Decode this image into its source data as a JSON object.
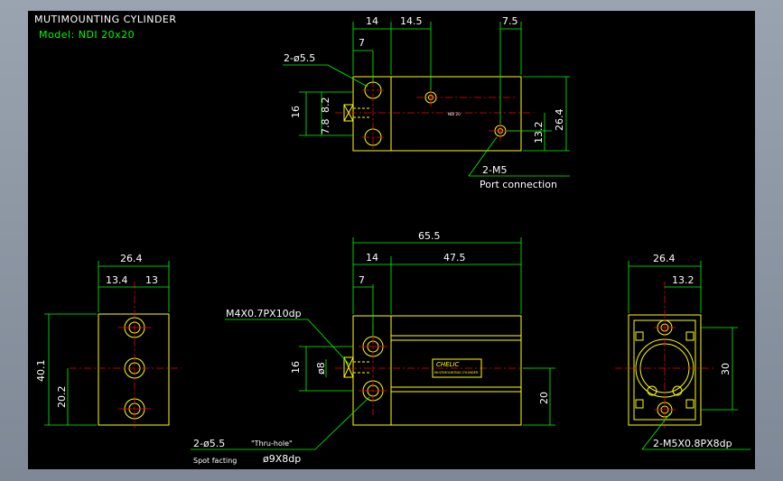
{
  "drawing": {
    "title": "MUTIMOUNTING CYLINDER",
    "model": "Model: NDI 20x20"
  },
  "top_view": {
    "dims": {
      "d14": "14",
      "d14_5": "14.5",
      "d7_5": "7.5",
      "d7": "7",
      "hole_callout": "2-ø5.5",
      "d16": "16",
      "d7_8": "7.8",
      "d8_2": "8.2",
      "d13_2": "13.2",
      "d26_4": "26.4"
    },
    "port_callout": "2-M5",
    "port_note": "Port connection",
    "body_label": "NDI 20"
  },
  "side_view": {
    "dims": {
      "d65_5": "65.5",
      "d14": "14",
      "d47_5": "47.5",
      "d7": "7",
      "d16": "16",
      "d8": "ø8",
      "d20": "20"
    },
    "thread_callout": "M4X0.7PX10dp",
    "hole_callout": "2-ø5.5",
    "thru_note": "\"Thru-hole\"",
    "spot_note": "Spot facting",
    "spot_dim": "ø9X8dp",
    "brand": "CHELIC",
    "brand_sub": "MULTIMOUNTING CYLINDER"
  },
  "left_view": {
    "dims": {
      "d26_4": "26.4",
      "d13_4": "13.4",
      "d13": "13",
      "d40_1": "40.1",
      "d20_2": "20.2"
    }
  },
  "right_view": {
    "dims": {
      "d26_4": "26.4",
      "d13_2": "13.2",
      "d30": "30"
    },
    "hole_callout": "2-M5X0.8PX8dp"
  },
  "colors": {
    "outline": "#ffff00",
    "dimension": "#00ff00",
    "centerline": "#ff0000",
    "text": "#ffffff",
    "model_text": "#00ff00"
  }
}
